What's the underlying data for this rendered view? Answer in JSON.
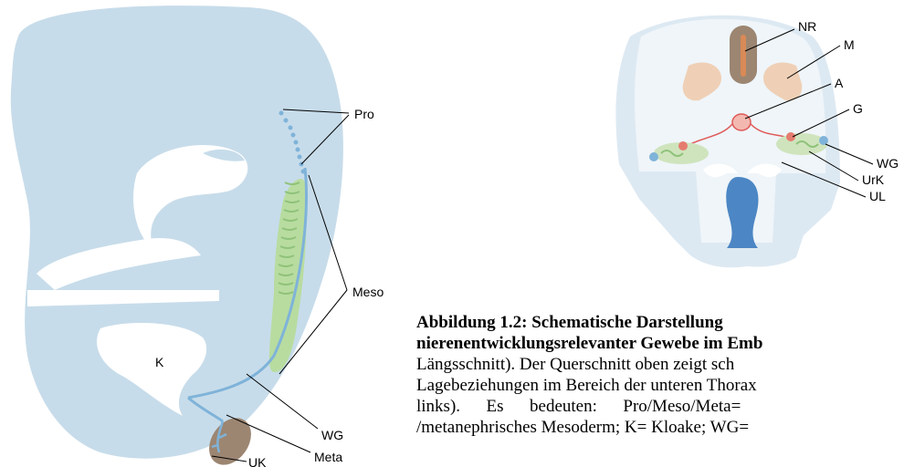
{
  "left_figure": {
    "labels": {
      "pro": "Pro",
      "meso": "Meso",
      "k": "K",
      "wg": "WG",
      "meta": "Meta",
      "uk": "UK"
    }
  },
  "right_figure": {
    "labels": {
      "nr": "NR",
      "m": "M",
      "a": "A",
      "g": "G",
      "wg": "WG",
      "urk": "UrK",
      "ul": "UL"
    }
  },
  "caption": {
    "line1": "Abbildung 1.2: Schematische Darstellung",
    "line2": "nierenentwicklungsrelevanter Gewebe im Emb",
    "line3": "Längsschnitt). Der Querschnitt oben zeigt sch",
    "line4": "Lagebeziehungen im Bereich der unteren Thorax",
    "line5": "links).      Es      bedeuten:      Pro/Meso/Meta=",
    "line6": "/metanephrisches Mesoderm; K= Kloake; WG="
  },
  "colors": {
    "embryo": "#c7dcea",
    "embryo_cutout": "#ffffff",
    "duct_blue": "#7fb3d9",
    "mesonephros_green": "#b8dca0",
    "metanephros_brown": "#9c8672",
    "somite_tan": "#efd0b6",
    "notochord_orange": "#d98a57",
    "aorta_red": "#e05a5a",
    "cloaca_blue": "#4c86c4",
    "section_light": "#dde9f2"
  }
}
